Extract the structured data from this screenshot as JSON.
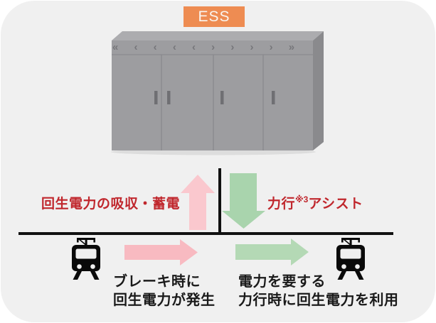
{
  "ess": {
    "label": "ESS"
  },
  "cabinet": {
    "vents": "« ‹ ‹ ‹ ‹ › › › › »"
  },
  "flows": {
    "absorb_label": "回生電力の吸収・蓄電",
    "assist_prefix": "力行",
    "assist_note": "※3",
    "assist_suffix": "アシスト"
  },
  "captions": {
    "left_line1": "ブレーキ時に",
    "left_line2": "回生電力が発生",
    "right_line1": "電力を要する",
    "right_line2": "力行時に回生電力を利用"
  },
  "icons": {
    "ess_cabinet": "battery-storage-cabinet",
    "tram_left": "tram-icon",
    "tram_right": "tram-icon",
    "up_arrow": "charge-up-arrow",
    "down_arrow": "assist-down-arrow",
    "right_arrow_pink": "regen-flow-arrow",
    "right_arrow_green": "assist-flow-arrow"
  },
  "colors": {
    "panel_bg": "#F0F0F0",
    "ess_box": "#EE8C52",
    "ess_text": "#FAF5EF",
    "red_label": "#C0272D",
    "pink_up": "#FAC8CE",
    "pink_right": "#F8BAC1",
    "green_down": "#A9D4AD",
    "green_right": "#B4D9B5",
    "line_black": "#111111",
    "caption_black": "#1A1A1A",
    "cabinet_front": "#9D9DA0",
    "cabinet_top": "#ACACAF",
    "cabinet_side": "#8A8A8D",
    "cabinet_detail": "#8A8A8E"
  }
}
